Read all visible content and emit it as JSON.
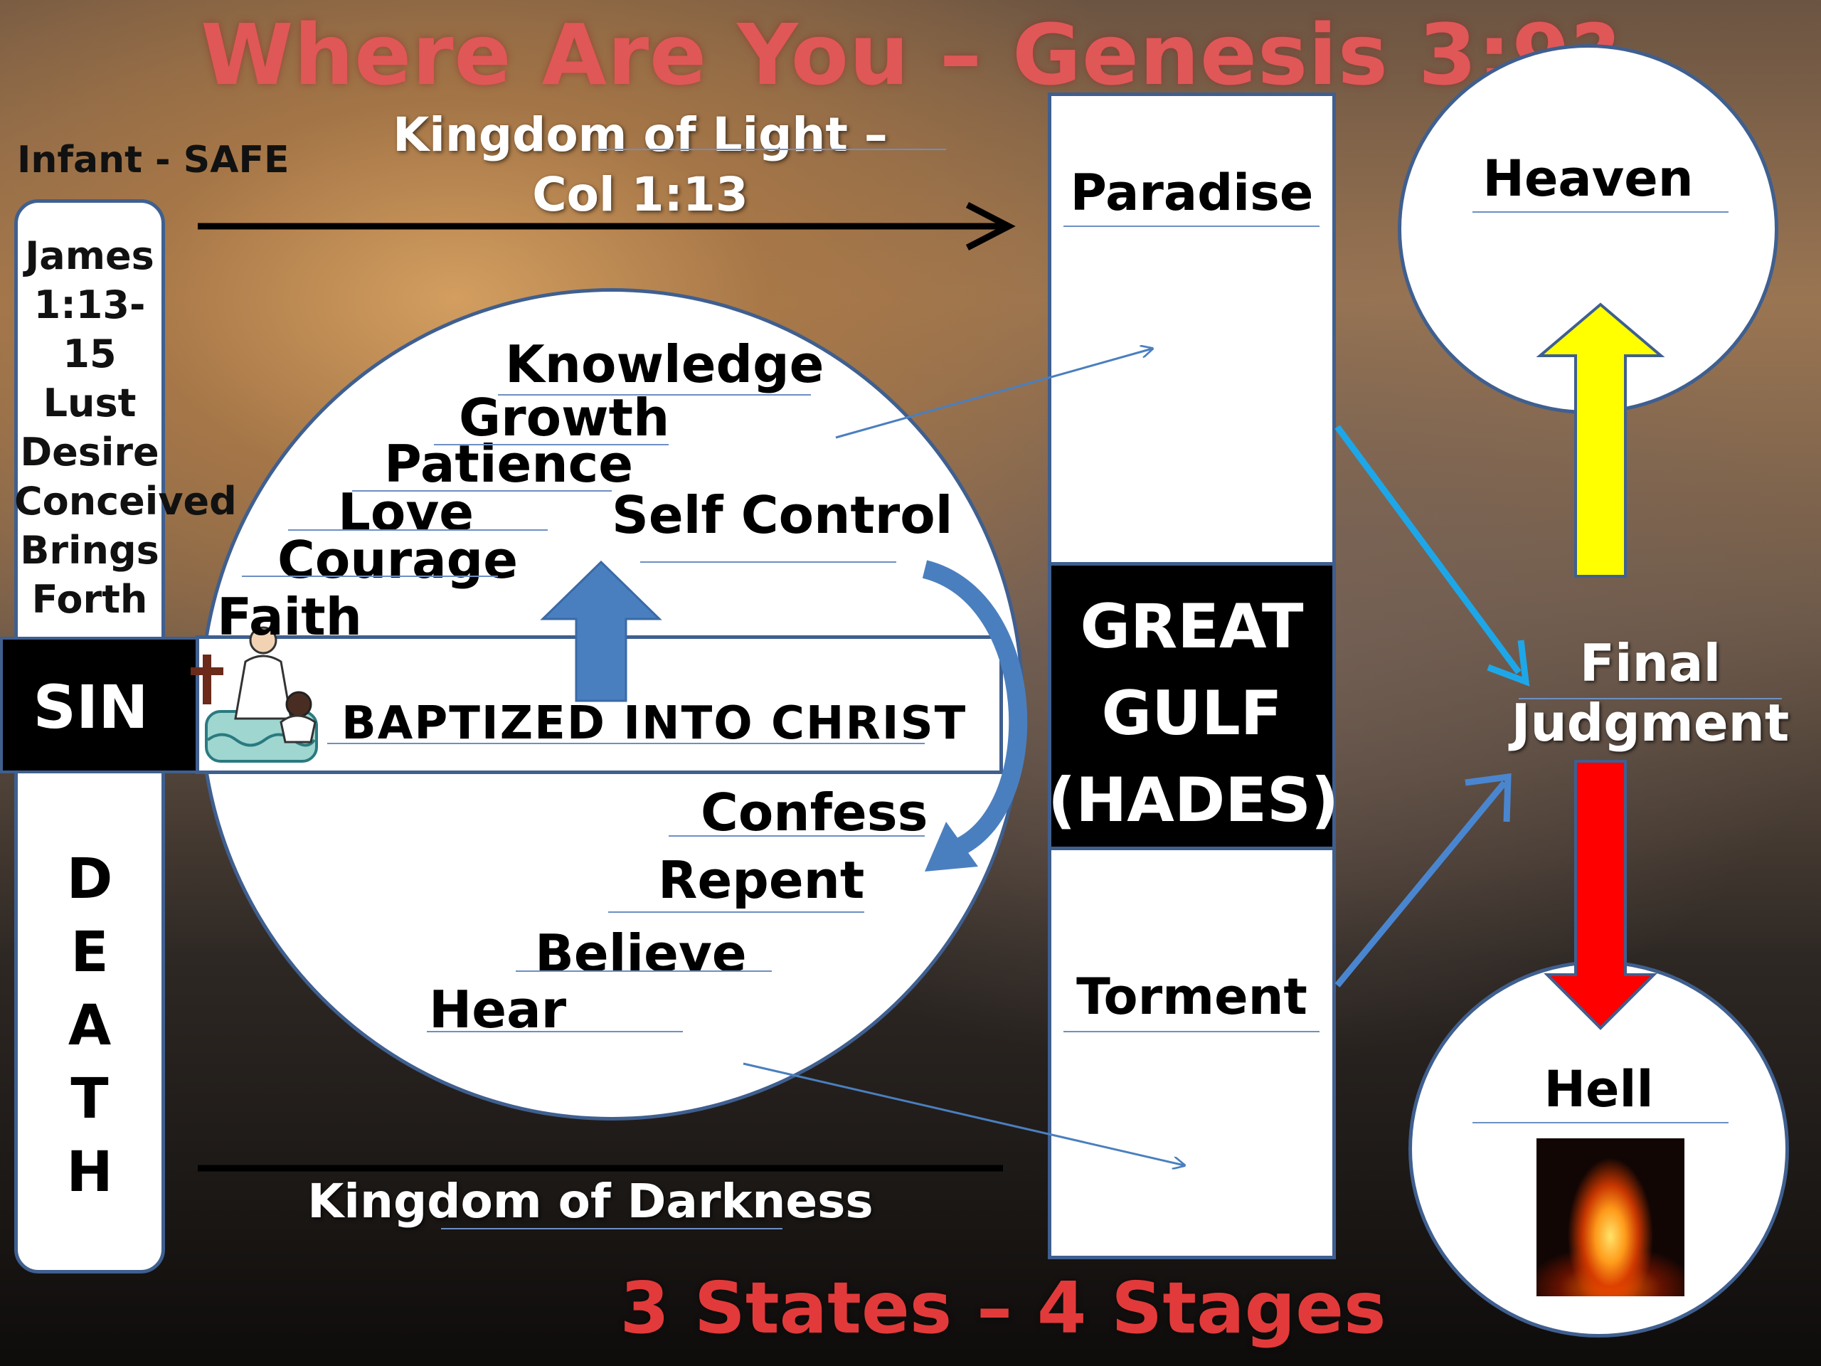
{
  "title": "Where Are You – Genesis 3:9?",
  "subtitle": "3 States – 4 Stages",
  "kingdom_light": {
    "line1": "Kingdom of Light –",
    "line2": "Col 1:13"
  },
  "kingdom_darkness": "Kingdom of Darkness",
  "left_column": {
    "infant": "Infant - SAFE",
    "james": [
      "James",
      "1:13-15",
      "Lust",
      "Desire",
      "Conceived",
      "Brings",
      "Forth"
    ],
    "sin": "SIN",
    "death": [
      "D",
      "E",
      "A",
      "T",
      "H"
    ]
  },
  "circle": {
    "growth_words": [
      "Knowledge",
      "Growth",
      "Patience",
      "Love",
      "Courage",
      "Faith",
      "Self Control"
    ],
    "baptized": "BAPTIZED INTO CHRIST",
    "steps": [
      "Confess",
      "Repent",
      "Believe",
      "Hear"
    ]
  },
  "hades_column": {
    "paradise": "Paradise",
    "gulf": [
      "GREAT",
      "GULF",
      "(HADES)"
    ],
    "torment": "Torment"
  },
  "destinations": {
    "heaven": "Heaven",
    "final": [
      "Final",
      "Judgment"
    ],
    "hell": "Hell"
  },
  "colors": {
    "title": "#e05757",
    "outline": "#3f5f8f",
    "heaven_arrow": "#ffff00",
    "hell_arrow": "#ff0000",
    "paradise_arrow": "#1ea7e8",
    "torment_arrow": "#4a86d0",
    "circle_arrow": "#4a7fbf"
  }
}
